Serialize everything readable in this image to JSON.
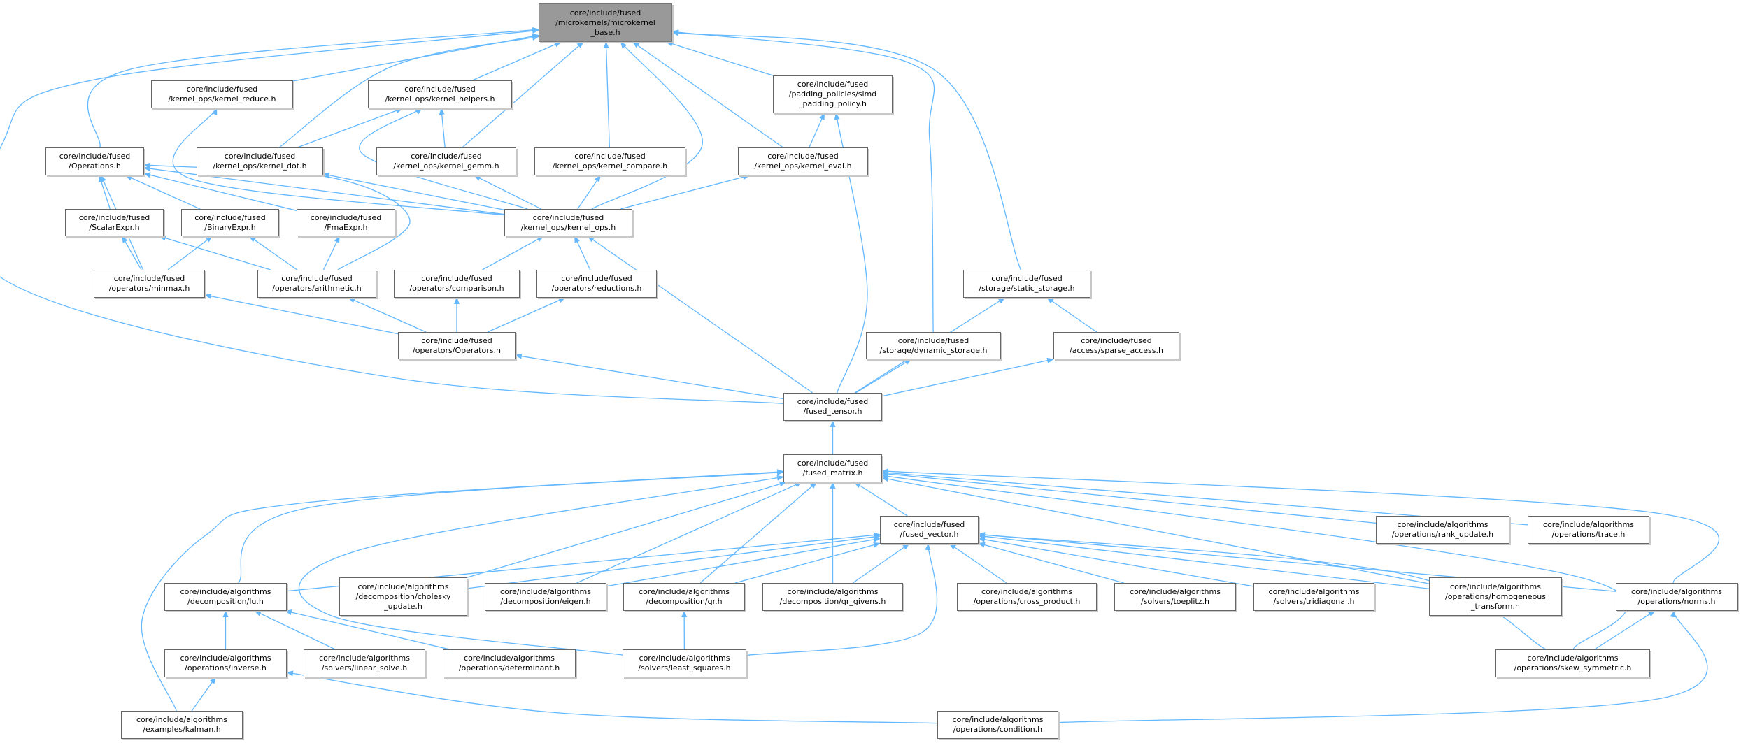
{
  "graph": {
    "root": "base",
    "nodes": [
      {
        "id": "base",
        "lines": [
          "core/include/fused",
          "/microkernels/microkernel",
          "_base.h"
        ]
      },
      {
        "id": "kernel_reduce",
        "lines": [
          "core/include/fused",
          "/kernel_ops/kernel_reduce.h"
        ]
      },
      {
        "id": "kernel_helpers",
        "lines": [
          "core/include/fused",
          "/kernel_ops/kernel_helpers.h"
        ]
      },
      {
        "id": "padding",
        "lines": [
          "core/include/fused",
          "/padding_policies/simd",
          "_padding_policy.h"
        ]
      },
      {
        "id": "operations",
        "lines": [
          "core/include/fused",
          "/Operations.h"
        ]
      },
      {
        "id": "kernel_dot",
        "lines": [
          "core/include/fused",
          "/kernel_ops/kernel_dot.h"
        ]
      },
      {
        "id": "kernel_gemm",
        "lines": [
          "core/include/fused",
          "/kernel_ops/kernel_gemm.h"
        ]
      },
      {
        "id": "kernel_compare",
        "lines": [
          "core/include/fused",
          "/kernel_ops/kernel_compare.h"
        ]
      },
      {
        "id": "kernel_eval",
        "lines": [
          "core/include/fused",
          "/kernel_ops/kernel_eval.h"
        ]
      },
      {
        "id": "scalar_expr",
        "lines": [
          "core/include/fused",
          "/ScalarExpr.h"
        ]
      },
      {
        "id": "binary_expr",
        "lines": [
          "core/include/fused",
          "/BinaryExpr.h"
        ]
      },
      {
        "id": "fma_expr",
        "lines": [
          "core/include/fused",
          "/FmaExpr.h"
        ]
      },
      {
        "id": "kernel_ops",
        "lines": [
          "core/include/fused",
          "/kernel_ops/kernel_ops.h"
        ]
      },
      {
        "id": "minmax",
        "lines": [
          "core/include/fused",
          "/operators/minmax.h"
        ]
      },
      {
        "id": "arithmetic",
        "lines": [
          "core/include/fused",
          "/operators/arithmetic.h"
        ]
      },
      {
        "id": "comparison",
        "lines": [
          "core/include/fused",
          "/operators/comparison.h"
        ]
      },
      {
        "id": "reductions",
        "lines": [
          "core/include/fused",
          "/operators/reductions.h"
        ]
      },
      {
        "id": "static_storage",
        "lines": [
          "core/include/fused",
          "/storage/static_storage.h"
        ]
      },
      {
        "id": "operators",
        "lines": [
          "core/include/fused",
          "/operators/Operators.h"
        ]
      },
      {
        "id": "dynamic_storage",
        "lines": [
          "core/include/fused",
          "/storage/dynamic_storage.h"
        ]
      },
      {
        "id": "sparse_access",
        "lines": [
          "core/include/fused",
          "/access/sparse_access.h"
        ]
      },
      {
        "id": "fused_tensor",
        "lines": [
          "core/include/fused",
          "/fused_tensor.h"
        ]
      },
      {
        "id": "fused_matrix",
        "lines": [
          "core/include/fused",
          "/fused_matrix.h"
        ]
      },
      {
        "id": "fused_vector",
        "lines": [
          "core/include/fused",
          "/fused_vector.h"
        ]
      },
      {
        "id": "rank_update",
        "lines": [
          "core/include/algorithms",
          "/operations/rank_update.h"
        ]
      },
      {
        "id": "trace",
        "lines": [
          "core/include/algorithms",
          "/operations/trace.h"
        ]
      },
      {
        "id": "lu",
        "lines": [
          "core/include/algorithms",
          "/decomposition/lu.h"
        ]
      },
      {
        "id": "cholesky",
        "lines": [
          "core/include/algorithms",
          "/decomposition/cholesky",
          "_update.h"
        ]
      },
      {
        "id": "eigen",
        "lines": [
          "core/include/algorithms",
          "/decomposition/eigen.h"
        ]
      },
      {
        "id": "qr",
        "lines": [
          "core/include/algorithms",
          "/decomposition/qr.h"
        ]
      },
      {
        "id": "qr_givens",
        "lines": [
          "core/include/algorithms",
          "/decomposition/qr_givens.h"
        ]
      },
      {
        "id": "cross_product",
        "lines": [
          "core/include/algorithms",
          "/operations/cross_product.h"
        ]
      },
      {
        "id": "toeplitz",
        "lines": [
          "core/include/algorithms",
          "/solvers/toeplitz.h"
        ]
      },
      {
        "id": "tridiagonal",
        "lines": [
          "core/include/algorithms",
          "/solvers/tridiagonal.h"
        ]
      },
      {
        "id": "homogeneous",
        "lines": [
          "core/include/algorithms",
          "/operations/homogeneous",
          "_transform.h"
        ]
      },
      {
        "id": "norms",
        "lines": [
          "core/include/algorithms",
          "/operations/norms.h"
        ]
      },
      {
        "id": "inverse",
        "lines": [
          "core/include/algorithms",
          "/operations/inverse.h"
        ]
      },
      {
        "id": "linear_solve",
        "lines": [
          "core/include/algorithms",
          "/solvers/linear_solve.h"
        ]
      },
      {
        "id": "determinant",
        "lines": [
          "core/include/algorithms",
          "/operations/determinant.h"
        ]
      },
      {
        "id": "least_squares",
        "lines": [
          "core/include/algorithms",
          "/solvers/least_squares.h"
        ]
      },
      {
        "id": "skew",
        "lines": [
          "core/include/algorithms",
          "/operations/skew_symmetric.h"
        ]
      },
      {
        "id": "kalman",
        "lines": [
          "core/include/algorithms",
          "/examples/kalman.h"
        ]
      },
      {
        "id": "condition",
        "lines": [
          "core/include/algorithms",
          "/operations/condition.h"
        ]
      }
    ],
    "edges": [
      [
        "operations",
        "base"
      ],
      [
        "kernel_reduce",
        "base"
      ],
      [
        "kernel_helpers",
        "base"
      ],
      [
        "kernel_dot",
        "base"
      ],
      [
        "kernel_gemm",
        "base"
      ],
      [
        "kernel_compare",
        "base"
      ],
      [
        "kernel_ops",
        "base"
      ],
      [
        "padding",
        "base"
      ],
      [
        "kernel_eval",
        "base"
      ],
      [
        "dynamic_storage",
        "base"
      ],
      [
        "static_storage",
        "base"
      ],
      [
        "fused_tensor",
        "base"
      ],
      [
        "kernel_dot",
        "kernel_helpers"
      ],
      [
        "kernel_gemm",
        "kernel_helpers"
      ],
      [
        "kernel_ops",
        "kernel_helpers"
      ],
      [
        "kernel_ops",
        "kernel_reduce"
      ],
      [
        "kernel_eval",
        "padding"
      ],
      [
        "fused_tensor",
        "padding"
      ],
      [
        "scalar_expr",
        "operations"
      ],
      [
        "binary_expr",
        "operations"
      ],
      [
        "fma_expr",
        "operations"
      ],
      [
        "minmax",
        "operations"
      ],
      [
        "arithmetic",
        "operations"
      ],
      [
        "kernel_ops",
        "operations"
      ],
      [
        "kernel_ops",
        "kernel_dot"
      ],
      [
        "kernel_ops",
        "kernel_gemm"
      ],
      [
        "kernel_ops",
        "kernel_compare"
      ],
      [
        "kernel_ops",
        "kernel_eval"
      ],
      [
        "minmax",
        "scalar_expr"
      ],
      [
        "arithmetic",
        "scalar_expr"
      ],
      [
        "minmax",
        "binary_expr"
      ],
      [
        "arithmetic",
        "binary_expr"
      ],
      [
        "arithmetic",
        "fma_expr"
      ],
      [
        "comparison",
        "kernel_ops"
      ],
      [
        "reductions",
        "kernel_ops"
      ],
      [
        "fused_tensor",
        "kernel_ops"
      ],
      [
        "operators",
        "minmax"
      ],
      [
        "operators",
        "arithmetic"
      ],
      [
        "operators",
        "comparison"
      ],
      [
        "operators",
        "reductions"
      ],
      [
        "fused_tensor",
        "operators"
      ],
      [
        "sparse_access",
        "static_storage"
      ],
      [
        "fused_tensor",
        "static_storage"
      ],
      [
        "fused_tensor",
        "dynamic_storage"
      ],
      [
        "fused_tensor",
        "sparse_access"
      ],
      [
        "fused_matrix",
        "fused_tensor"
      ],
      [
        "fused_vector",
        "fused_matrix"
      ],
      [
        "lu",
        "fused_matrix"
      ],
      [
        "cholesky",
        "fused_matrix"
      ],
      [
        "eigen",
        "fused_matrix"
      ],
      [
        "qr",
        "fused_matrix"
      ],
      [
        "qr_givens",
        "fused_matrix"
      ],
      [
        "least_squares",
        "fused_matrix"
      ],
      [
        "kalman",
        "fused_matrix"
      ],
      [
        "rank_update",
        "fused_matrix"
      ],
      [
        "trace",
        "fused_matrix"
      ],
      [
        "homogeneous",
        "fused_matrix"
      ],
      [
        "norms",
        "fused_matrix"
      ],
      [
        "skew",
        "fused_matrix"
      ],
      [
        "lu",
        "fused_vector"
      ],
      [
        "cholesky",
        "fused_vector"
      ],
      [
        "eigen",
        "fused_vector"
      ],
      [
        "qr",
        "fused_vector"
      ],
      [
        "qr_givens",
        "fused_vector"
      ],
      [
        "cross_product",
        "fused_vector"
      ],
      [
        "toeplitz",
        "fused_vector"
      ],
      [
        "tridiagonal",
        "fused_vector"
      ],
      [
        "homogeneous",
        "fused_vector"
      ],
      [
        "norms",
        "fused_vector"
      ],
      [
        "skew",
        "fused_vector"
      ],
      [
        "least_squares",
        "fused_vector"
      ],
      [
        "inverse",
        "lu"
      ],
      [
        "linear_solve",
        "lu"
      ],
      [
        "determinant",
        "lu"
      ],
      [
        "least_squares",
        "qr"
      ],
      [
        "kalman",
        "inverse"
      ],
      [
        "condition",
        "inverse"
      ],
      [
        "skew",
        "norms"
      ],
      [
        "condition",
        "norms"
      ]
    ],
    "colors": {
      "edge": "#63b8ff",
      "border": "#666666",
      "root_fill": "#999999"
    }
  }
}
